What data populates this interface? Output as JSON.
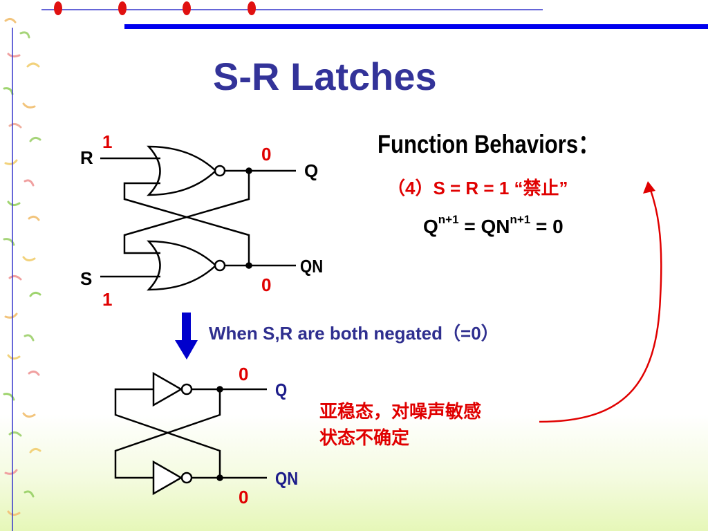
{
  "slide": {
    "title": "S-R Latches",
    "function_heading": "Function Behaviors：",
    "case_label": "（4）S = R = 1 “禁止”",
    "equation": {
      "base1": "Q",
      "sup1": "n+1",
      "mid": " = QN",
      "sup2": "n+1",
      "tail": " = 0"
    },
    "transition_note": "When S,R are both negated（=0）",
    "annotation": {
      "line1": "亚稳态，对噪声敏感",
      "line2": "状态不确定"
    }
  },
  "nor_latch": {
    "input_r": {
      "label": "R",
      "value": "1"
    },
    "input_s": {
      "label": "S",
      "value": "1"
    },
    "output_q": {
      "label": "Q",
      "value": "0"
    },
    "output_qn": {
      "label": "QN",
      "value": "0"
    }
  },
  "inverter_latch": {
    "output_q": {
      "label": "Q",
      "value": "0"
    },
    "output_qn": {
      "label": "QN",
      "value": "0"
    }
  },
  "colors": {
    "title": "#333399",
    "accent_red": "#e00000",
    "top_bar": "#0000ee",
    "bullets": "#e01010",
    "down_arrow": "#0000cc"
  }
}
